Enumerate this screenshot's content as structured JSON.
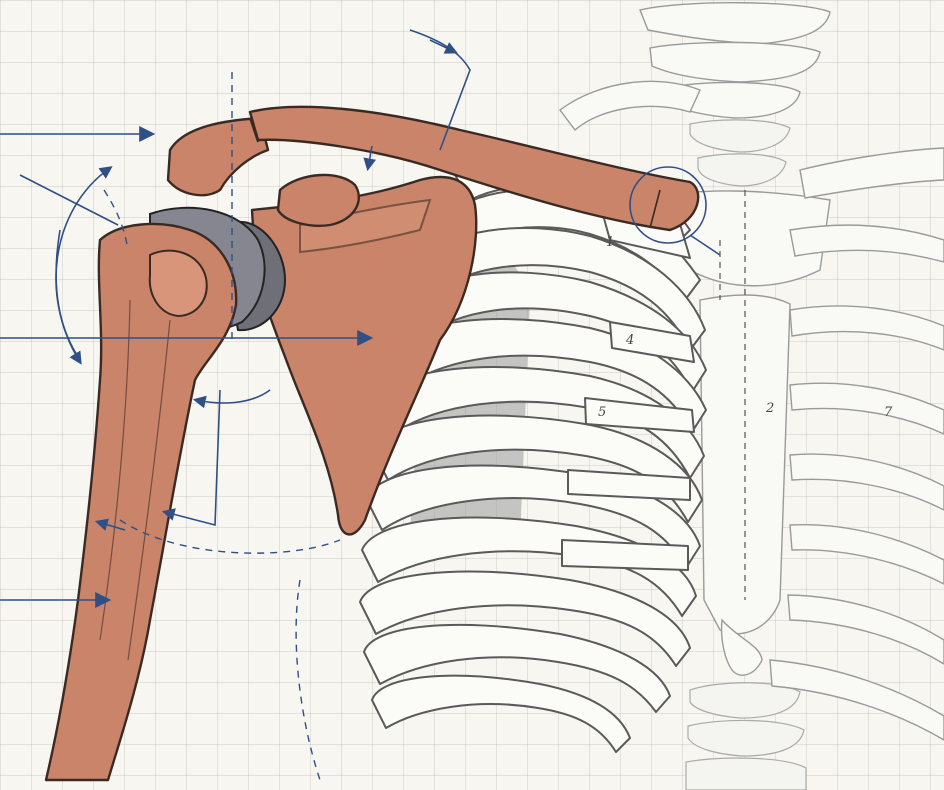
{
  "rib_numbers": [
    "1",
    "4",
    "5",
    "2",
    "7"
  ],
  "colors": {
    "bone": "#c98469",
    "bone_outline": "#3a2a24",
    "rib_fill": "#fbfbf8",
    "annotation_blue": "#2f4f86",
    "grid": "#d0d0cb",
    "paper": "#f7f6f1"
  }
}
